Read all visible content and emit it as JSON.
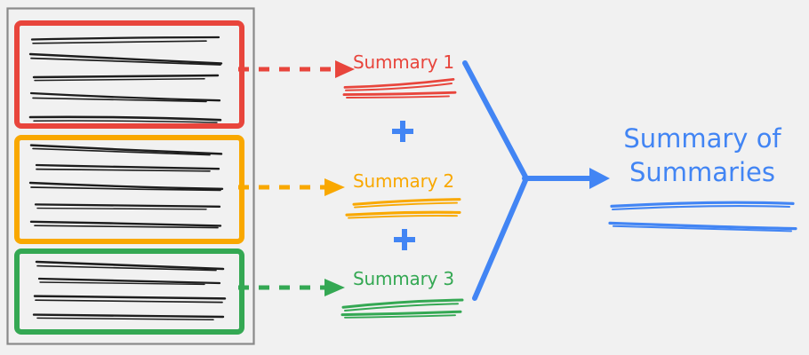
{
  "diagram": {
    "type": "flow-diagram",
    "title": "Map-reduce summarization flow",
    "background_color": "#f1f1f1"
  },
  "colors": {
    "red": "#e8453c",
    "orange": "#f9a800",
    "green": "#34a853",
    "blue": "#4285f4",
    "frame_gray": "#8a8a8a",
    "text_line_black": "#1d1d1d",
    "background": "#f1f1f1"
  },
  "source_panel": {
    "name": "documents-frame",
    "documents": [
      {
        "id": "doc-1",
        "color": "#e8453c",
        "line_count": 5
      },
      {
        "id": "doc-2",
        "color": "#f9a800",
        "line_count": 5
      },
      {
        "id": "doc-3",
        "color": "#34a853",
        "line_count": 4
      }
    ]
  },
  "connectors": [
    {
      "id": "connector-1",
      "style": "dashed-arrow",
      "color": "#e8453c",
      "from": "doc-1",
      "to": "summary-1"
    },
    {
      "id": "connector-2",
      "style": "dashed-arrow",
      "color": "#f9a800",
      "from": "doc-2",
      "to": "summary-2"
    },
    {
      "id": "connector-3",
      "style": "dashed-arrow",
      "color": "#34a853",
      "from": "doc-3",
      "to": "summary-3"
    }
  ],
  "summaries": [
    {
      "id": "summary-1",
      "label": "Summary 1",
      "color": "#e8453c",
      "underline_count": 2
    },
    {
      "id": "summary-2",
      "label": "Summary 2",
      "color": "#f9a800",
      "underline_count": 2
    },
    {
      "id": "summary-3",
      "label": "Summary 3",
      "color": "#34a853",
      "underline_count": 2
    }
  ],
  "operators": [
    {
      "id": "plus-1",
      "symbol": "+",
      "color": "#4285f4"
    },
    {
      "id": "plus-2",
      "symbol": "+",
      "color": "#4285f4"
    }
  ],
  "merge": {
    "name": "merge-fork-arrow",
    "color": "#4285f4",
    "shape": "three-way-converging-arrow"
  },
  "result": {
    "id": "summary-of-summaries",
    "line1": "Summary of",
    "line2": "Summaries",
    "color": "#4285f4",
    "underline_count": 2
  }
}
